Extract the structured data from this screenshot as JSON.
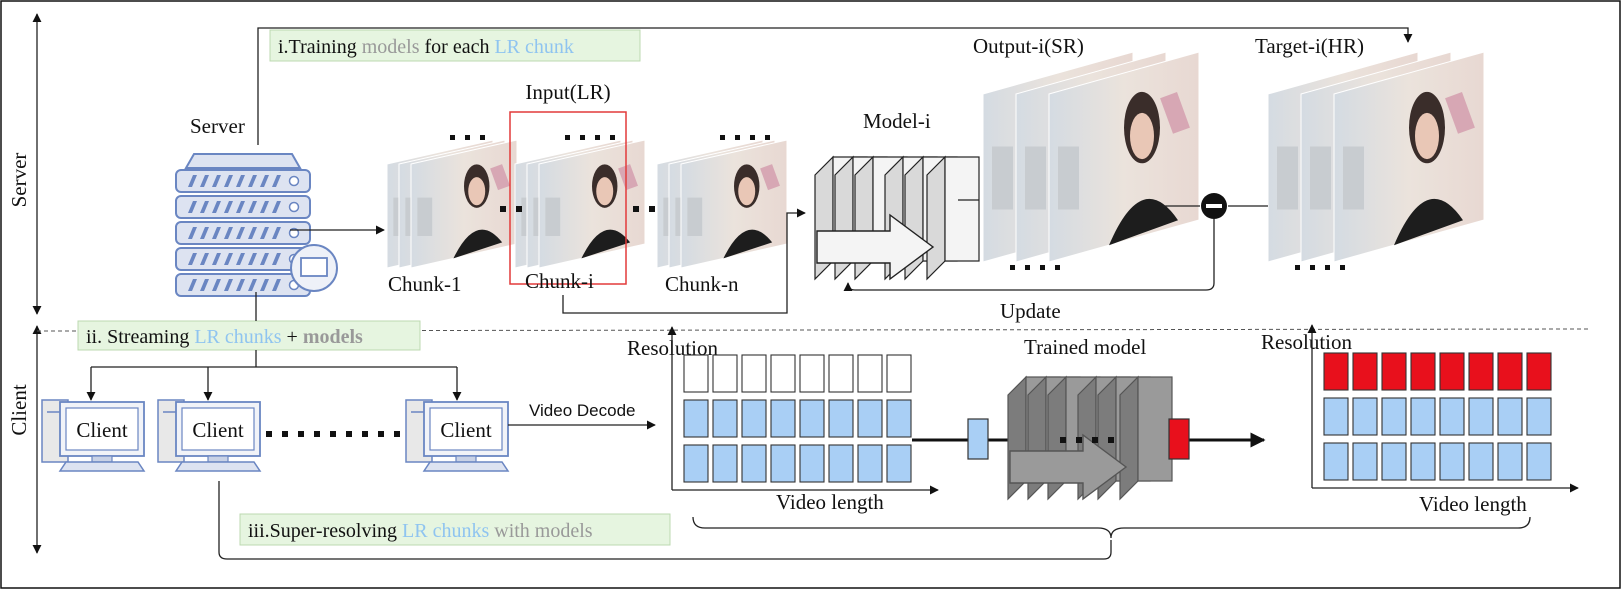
{
  "side_labels": {
    "server": "Server",
    "client": "Client"
  },
  "notes": {
    "training": [
      {
        "text": "i.Training ",
        "tone": "plain"
      },
      {
        "text": "models",
        "tone": "gray"
      },
      {
        "text": " for each  ",
        "tone": "plain"
      },
      {
        "text": "LR chunk",
        "tone": "blue"
      }
    ],
    "streaming": [
      {
        "text": "ii. Streaming ",
        "tone": "plain"
      },
      {
        "text": "LR chunks",
        "tone": "blue"
      },
      {
        "text": " + ",
        "tone": "plain"
      },
      {
        "text": "models",
        "tone": "graybold"
      }
    ],
    "super": [
      {
        "text": "iii.Super-resolving ",
        "tone": "plain"
      },
      {
        "text": "LR chunks",
        "tone": "blue"
      },
      {
        "text": " with models",
        "tone": "gray"
      }
    ]
  },
  "labels": {
    "server": "Server",
    "input": "Input(LR)",
    "chunk_1": "Chunk-1",
    "chunk_i": "Chunk-i",
    "chunk_n": "Chunk-n",
    "model_i": "Model-i",
    "output": "Output-i(SR)",
    "target": "Target-i(HR)",
    "update": "Update",
    "video_decode": "Video Decode",
    "trained_model": "Trained model"
  },
  "clients": [
    "Client",
    "Client",
    "Client"
  ],
  "charts": {
    "before": {
      "ylabel": "Resolution",
      "xlabel": "Video length",
      "columns": 8,
      "rows": [
        "blank",
        "low",
        "low"
      ]
    },
    "after": {
      "ylabel": "Resolution",
      "xlabel": "Video length",
      "columns": 8,
      "rows": [
        "high",
        "low",
        "low"
      ]
    }
  },
  "colors": {
    "low_res": "#a9cff5",
    "high_res": "#e8101c",
    "note_bg": "#e6f5e0",
    "accent_blue": "#8fc4f0",
    "accent_gray": "#999999",
    "server_blue": "#6a86c2",
    "highlight_red": "#e23a3a"
  },
  "icons": {
    "server": "server-rack-icon",
    "client": "desktop-computer-icon",
    "minus": "subtract-icon"
  }
}
